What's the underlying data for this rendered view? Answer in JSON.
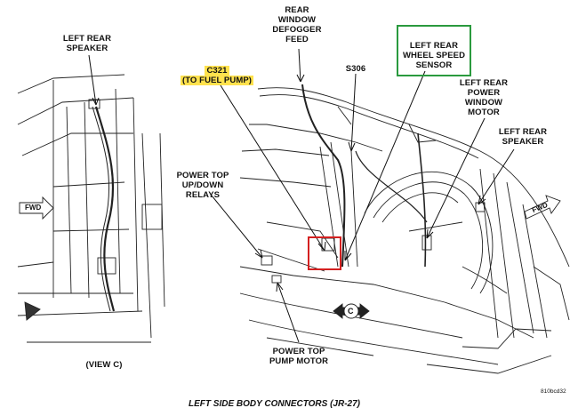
{
  "labels": {
    "left_speaker_view": [
      "LEFT REAR",
      "SPEAKER"
    ],
    "defogger": [
      "REAR",
      "WINDOW",
      "DEFOGGER",
      "FEED"
    ],
    "c321": [
      "C321",
      "(TO FUEL PUMP)"
    ],
    "s306": [
      "S306"
    ],
    "wheel_speed": [
      "LEFT REAR",
      "WHEEL SPEED",
      "SENSOR"
    ],
    "window_motor": [
      "LEFT REAR",
      "POWER",
      "WINDOW",
      "MOTOR"
    ],
    "speaker_main": [
      "LEFT REAR",
      "SPEAKER"
    ],
    "relays": [
      "POWER TOP",
      "UP/DOWN",
      "RELAYS"
    ],
    "pump_motor": [
      "POWER TOP",
      "PUMP MOTOR"
    ],
    "view": "(VIEW C)",
    "fwd_left": "FWD",
    "fwd_right": "FWD",
    "c_marker": "C"
  },
  "caption": "LEFT SIDE BODY CONNECTORS (JR-27)",
  "figure_code": "810bcd32",
  "colors": {
    "highlight": "#ffe24d",
    "wheel_speed_box": "#2a9a3e",
    "c321_box": "#d42020",
    "ink": "#111111"
  }
}
